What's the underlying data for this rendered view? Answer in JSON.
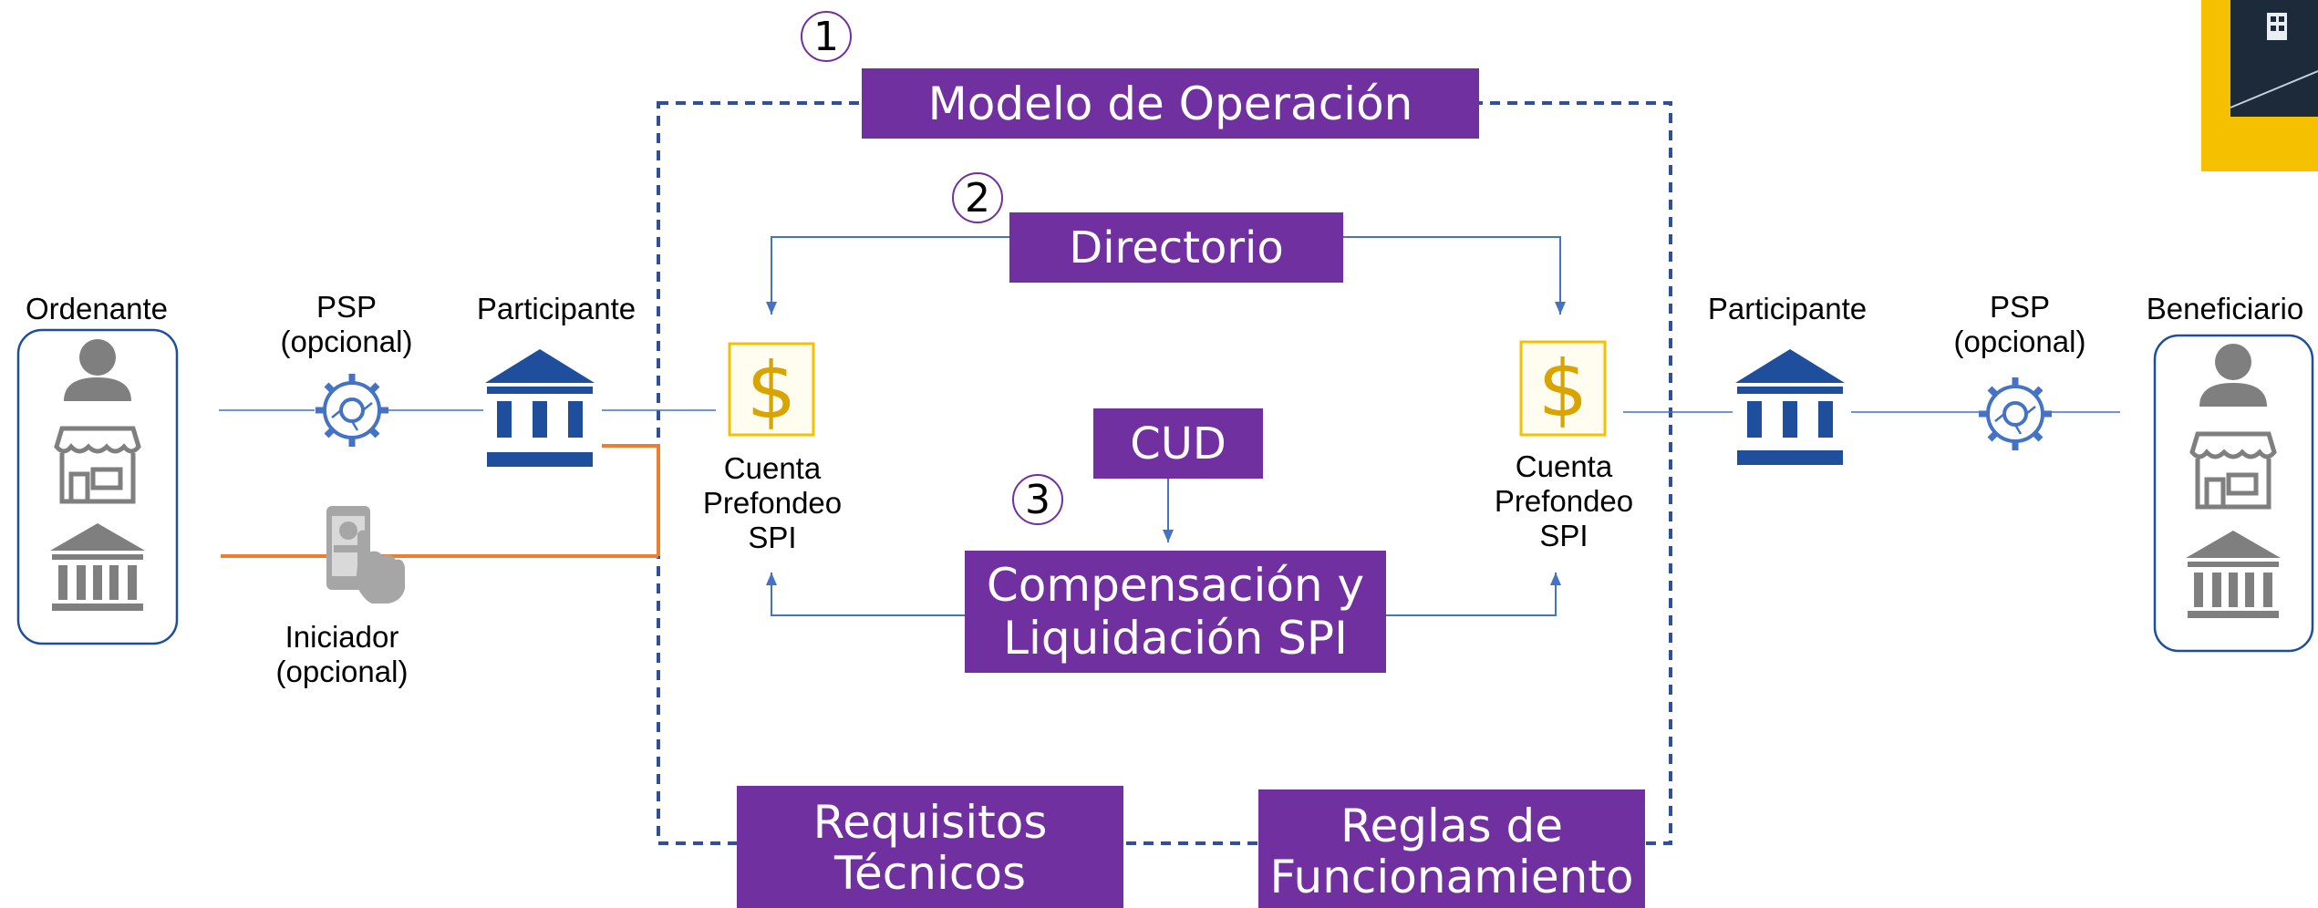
{
  "header": {
    "title": "Modelo de Operación"
  },
  "numbers": {
    "one": "1",
    "two": "2",
    "three": "3"
  },
  "boxes": {
    "directorio": "Directorio",
    "cud": "CUD",
    "compensacion_line1": "Compensación y",
    "compensacion_line2": "Liquidación SPI",
    "requisitos_line1": "Requisitos",
    "requisitos_line2": "Técnicos",
    "reglas_line1": "Reglas de",
    "reglas_line2": "Funcionamiento"
  },
  "left": {
    "ordenante": "Ordenante",
    "psp_line1": "PSP",
    "psp_line2": "(opcional)",
    "participante": "Participante",
    "iniciador_line1": "Iniciador",
    "iniciador_line2": "(opcional)"
  },
  "right": {
    "beneficiario": "Beneficiario",
    "psp_line1": "PSP",
    "psp_line2": "(opcional)",
    "participante": "Participante"
  },
  "accounts": {
    "left_line1": "Cuenta",
    "left_line2": "Prefondeo",
    "left_line3": "SPI",
    "right_line1": "Cuenta",
    "right_line2": "Prefondeo",
    "right_line3": "SPI",
    "currency_symbol": "$"
  },
  "colors": {
    "purple": "#7030a0",
    "navy": "#1f4e9c",
    "dashed_border": "#2f4f9a",
    "orange": "#ed7d31",
    "icon_gray": "#7f7f7f",
    "gold": "#f5c000",
    "dollar": "#d9a400",
    "arrow_blue": "#4472c4"
  },
  "icons": [
    "person-icon",
    "store-icon",
    "bank-icon",
    "gear-network-icon",
    "phone-pay-icon",
    "dollar-account-icon",
    "corner-logo-icon"
  ]
}
